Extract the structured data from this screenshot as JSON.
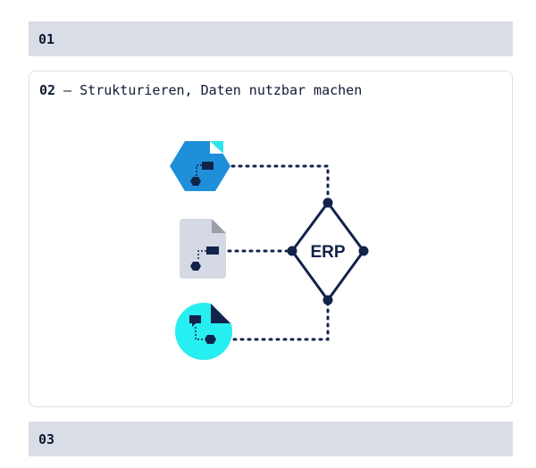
{
  "sections": {
    "first": {
      "number": "01"
    },
    "second": {
      "number": "02",
      "separator": " – ",
      "title": "Strukturieren, Daten nutzbar machen"
    },
    "third": {
      "number": "03"
    }
  },
  "diagram": {
    "center_label": "ERP",
    "colors": {
      "dark": "#12234a",
      "hexagon": "#1e8fd8",
      "hexagon_corner": "#2ee6ea",
      "document": "#d5d9e3",
      "document_corner": "#9aa0aa",
      "circle": "#27eef0"
    }
  }
}
